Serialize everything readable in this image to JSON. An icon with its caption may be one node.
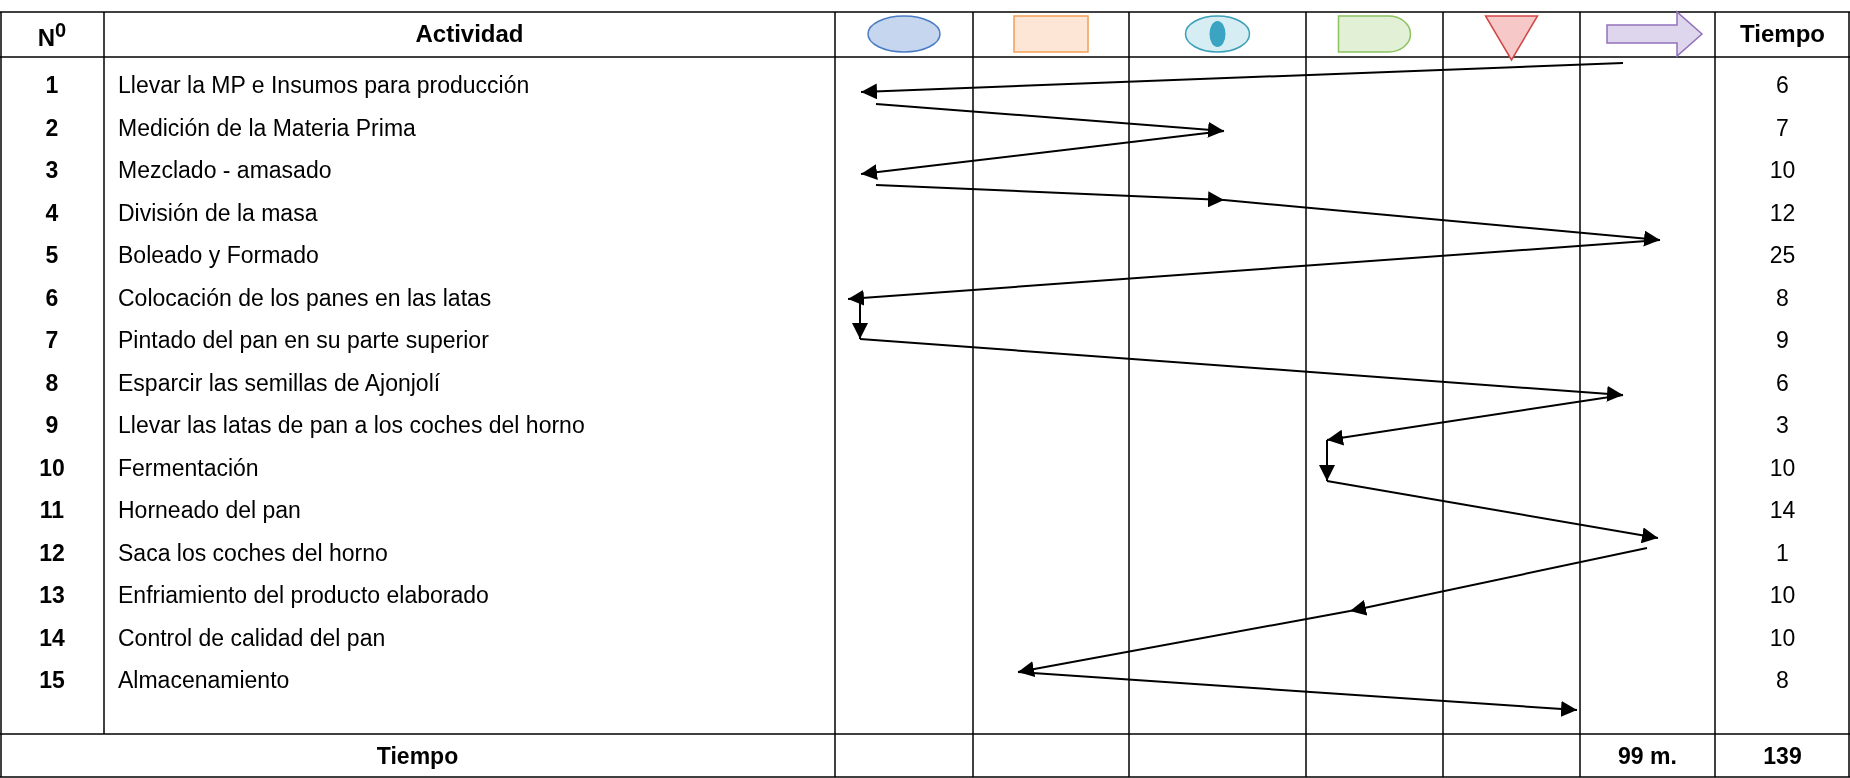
{
  "diagram": {
    "labels": [
      "N$^{0}$",
      "Actividad",
      "Tiempo",
      "1",
      "Llevar la MP e Insumos para producción",
      "6",
      "2",
      "Medición de la Materia Prima",
      "7",
      "3",
      "Mezclado - amasado",
      "10",
      "4",
      "División de la masa",
      "12",
      "5",
      "Boleado y Formado",
      "25",
      "6",
      "Colocación de los panes en las latas",
      "8",
      "7",
      "Pintado del pan en su parte superior",
      "9",
      "8",
      "Esparcir las semillas de Ajonjolí",
      "6",
      "9",
      "Llevar las latas de pan a los coches del horno",
      "3",
      "10",
      "Fermentación",
      "10",
      "11",
      "Horneado del pan",
      "14",
      "12",
      "Saca los coches del horno",
      "1",
      "13",
      "Enfriamiento del producto elaborado",
      "10",
      "14",
      "Control de calidad del pan",
      "10",
      "15",
      "Almacenamiento",
      "8",
      "Tiempo",
      "99 m.",
      "139"
    ]
  }
}
